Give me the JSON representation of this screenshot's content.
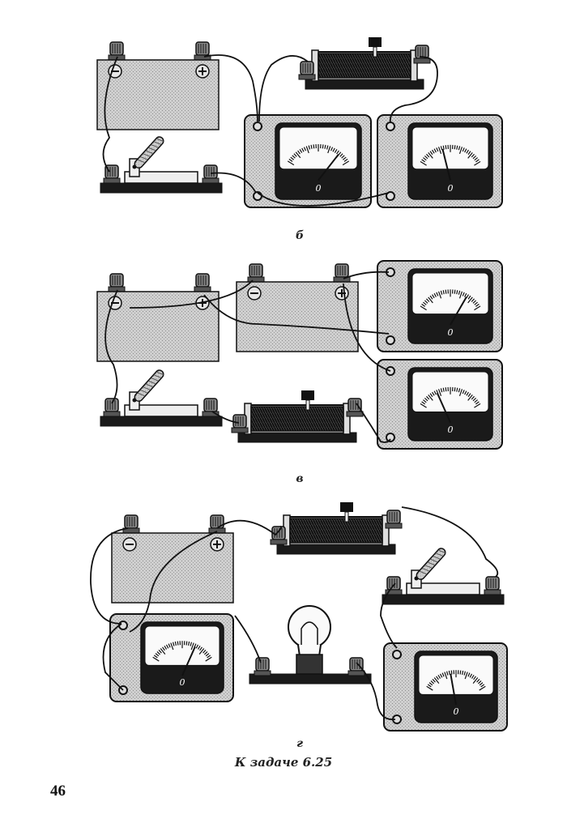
{
  "figures": [
    {
      "id": "b",
      "label": "б"
    },
    {
      "id": "v",
      "label": "в"
    },
    {
      "id": "g",
      "label": "г"
    }
  ],
  "caption": "К задаче 6.25",
  "page_number": "46",
  "battery_terminals": {
    "negative": "−",
    "positive": "+"
  },
  "meter_marker": "0",
  "colors": {
    "ink": "#111111",
    "fill_gray": "#c8c8c8",
    "dark": "#1a1a1a",
    "coil": "#2a2a2a"
  },
  "icons": [
    "battery-icon",
    "knife-switch-icon",
    "rheostat-icon",
    "meter-icon",
    "lamp-icon"
  ]
}
